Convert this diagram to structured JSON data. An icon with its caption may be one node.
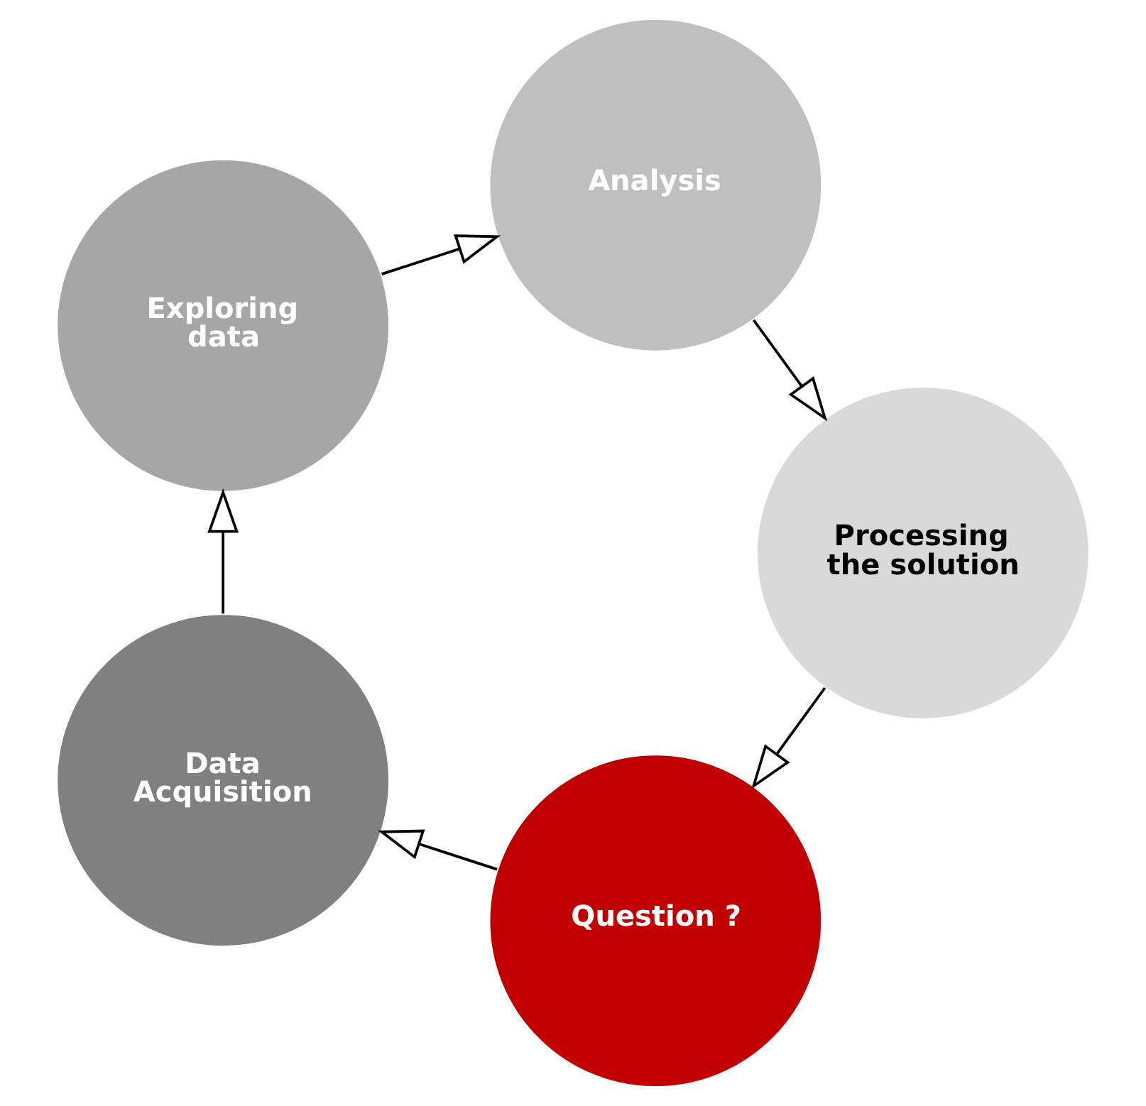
{
  "diagram": {
    "nodes": [
      {
        "text": [
          "Question ?"
        ]
      },
      {
        "text": [
          "Data Acquisition"
        ]
      },
      {
        "text": [
          "Exploring data"
        ]
      },
      {
        "text": [
          "Analysis"
        ]
      },
      {
        "text": [
          "Processing the solution"
        ]
      }
    ],
    "edges": [
      {
        "from": 0,
        "to": 1,
        "arrow": "to"
      },
      {
        "from": 1,
        "to": 2,
        "arrow": "to"
      },
      {
        "from": 2,
        "to": 3,
        "arrow": "to"
      },
      {
        "from": 3,
        "to": 4,
        "arrow": "to"
      },
      {
        "from": 4,
        "to": 0,
        "arrow": "to"
      }
    ]
  }
}
